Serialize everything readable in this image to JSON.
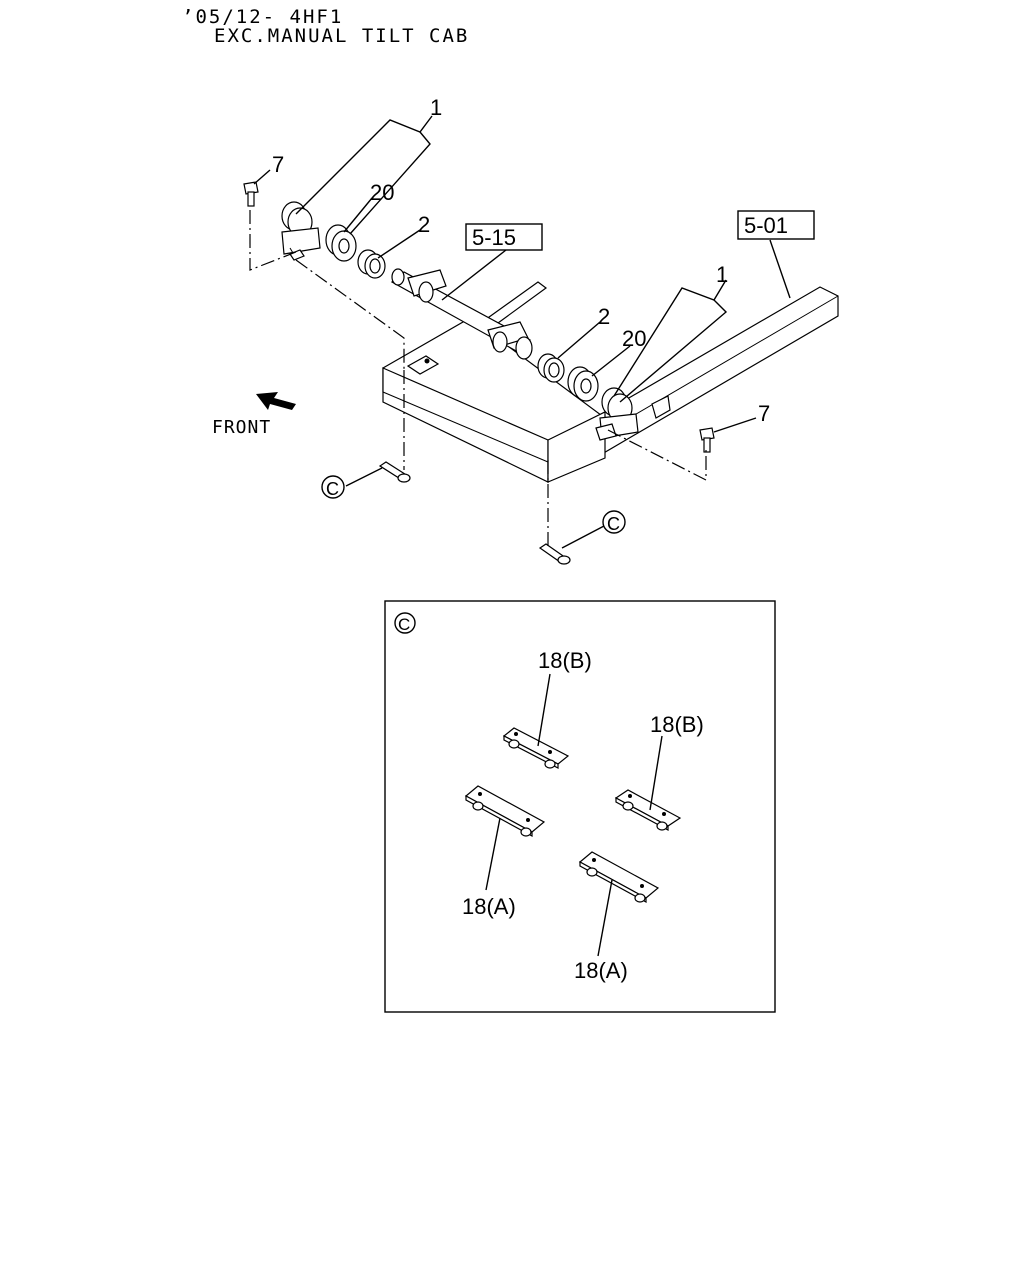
{
  "header": {
    "line1": "’05/12- 4HF1",
    "line2": "EXC.MANUAL TILT CAB"
  },
  "refs": {
    "ref_a": "5-15",
    "ref_b": "5-01"
  },
  "front_label": "FRONT",
  "callouts": {
    "p1_left": "1",
    "p20_left": "20",
    "p2_left": "2",
    "p7_left": "7",
    "p1_right": "1",
    "p2_right": "2",
    "p20_right": "20",
    "p7_right": "7",
    "c_left": "C",
    "c_bottom": "C"
  },
  "detail": {
    "marker": "C",
    "label_b1": "18(B)",
    "label_b2": "18(B)",
    "label_a1": "18(A)",
    "label_a2": "18(A)"
  }
}
